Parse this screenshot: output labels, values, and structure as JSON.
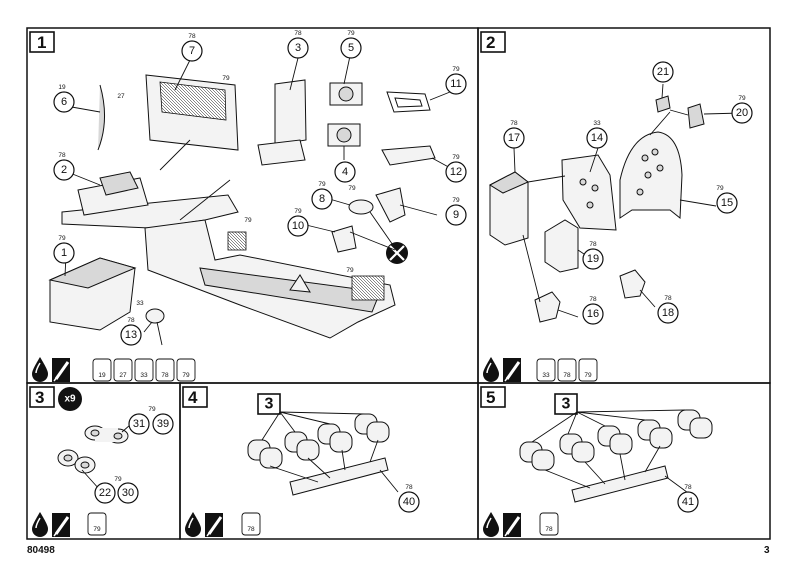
{
  "steps": [
    {
      "label": "1"
    },
    {
      "label": "2"
    },
    {
      "label": "3"
    },
    {
      "label": "4"
    },
    {
      "label": "5"
    }
  ],
  "multiplier": "x9",
  "ref_step": "3",
  "step1_parts": [
    {
      "num": "7",
      "code": "78"
    },
    {
      "num": "3",
      "code": "78"
    },
    {
      "num": "5",
      "code": "79"
    },
    {
      "num": "6",
      "code": "19"
    },
    {
      "num": "11",
      "code": "79"
    },
    {
      "num": "2",
      "code": "78"
    },
    {
      "num": "4",
      "code": ""
    },
    {
      "num": "12",
      "code": "79"
    },
    {
      "num": "8",
      "code": "79"
    },
    {
      "num": "10",
      "code": "79"
    },
    {
      "num": "9",
      "code": "79"
    },
    {
      "num": "1",
      "code": "79"
    },
    {
      "num": "13",
      "code": "78"
    }
  ],
  "step1_extra_codes": {
    "c79a": "79",
    "c79b": "79",
    "c79c": "79",
    "c79d": "79",
    "c27": "27",
    "c33": "33"
  },
  "step2_parts": [
    {
      "num": "21",
      "code": ""
    },
    {
      "num": "17",
      "code": "78"
    },
    {
      "num": "14",
      "code": "33"
    },
    {
      "num": "20",
      "code": "79"
    },
    {
      "num": "15",
      "code": "79"
    },
    {
      "num": "19",
      "code": "78"
    },
    {
      "num": "16",
      "code": "78"
    },
    {
      "num": "18",
      "code": "78"
    }
  ],
  "step3_parts": [
    {
      "num": "31",
      "code": "79"
    },
    {
      "num": "39",
      "code": ""
    },
    {
      "num": "22",
      "code": "79"
    },
    {
      "num": "30",
      "code": ""
    }
  ],
  "step4_parts": [
    {
      "num": "40",
      "code": "78"
    }
  ],
  "step5_parts": [
    {
      "num": "41",
      "code": "78"
    }
  ],
  "paints": {
    "step1": [
      "19",
      "27",
      "33",
      "78",
      "79"
    ],
    "step2": [
      "33",
      "78",
      "79"
    ],
    "step3": [
      "79"
    ],
    "step4": [
      "78"
    ],
    "step5": [
      "78"
    ]
  },
  "footer": {
    "catalog": "80498",
    "page": "3"
  },
  "colors": {
    "ink": "#111111",
    "paper": "#ffffff"
  }
}
